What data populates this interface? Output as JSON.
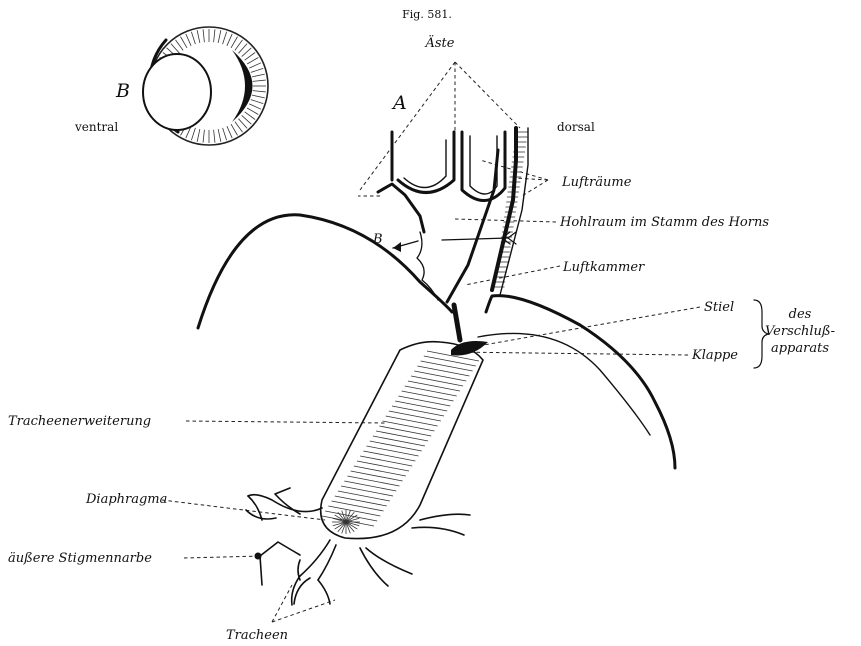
{
  "figure": {
    "caption": "Fig. 581.",
    "label_A": "A",
    "label_B": "B",
    "ventral": "ventral",
    "dorsal": "dorsal",
    "aeste": "Äste",
    "luftraeume": "Lufträume",
    "hohlraum": "Hohlraum im Stamm des Horns",
    "arrow_B": "B",
    "luftkammer": "Luftkammer",
    "stiel": "Stiel",
    "klappe": "Klappe",
    "apparat_1": "des",
    "apparat_2": "Verschluß-",
    "apparat_3": "apparats",
    "tracheenerweiterung": "Tracheenerweiterung",
    "diaphragma": "Diaphragma",
    "stigmennarbe": "äußere Stigmennarbe",
    "tracheen": "Tracheen"
  }
}
